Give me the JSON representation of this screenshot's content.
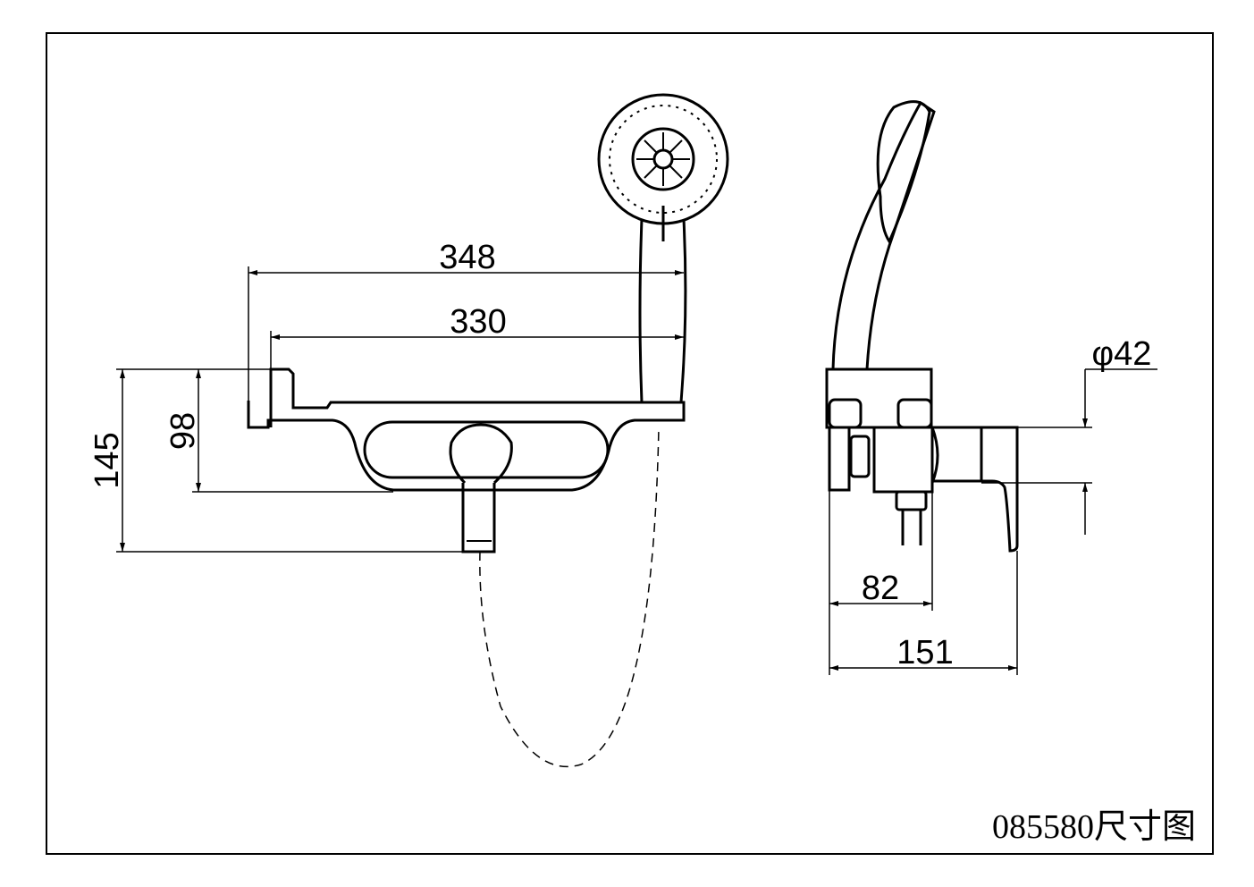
{
  "title": "085580尺寸图",
  "dimensions": {
    "overall_reach": "348",
    "spout_reach": "330",
    "total_height": "145",
    "body_height": "98",
    "diameter": "φ42",
    "body_depth": "82",
    "total_depth": "151"
  }
}
